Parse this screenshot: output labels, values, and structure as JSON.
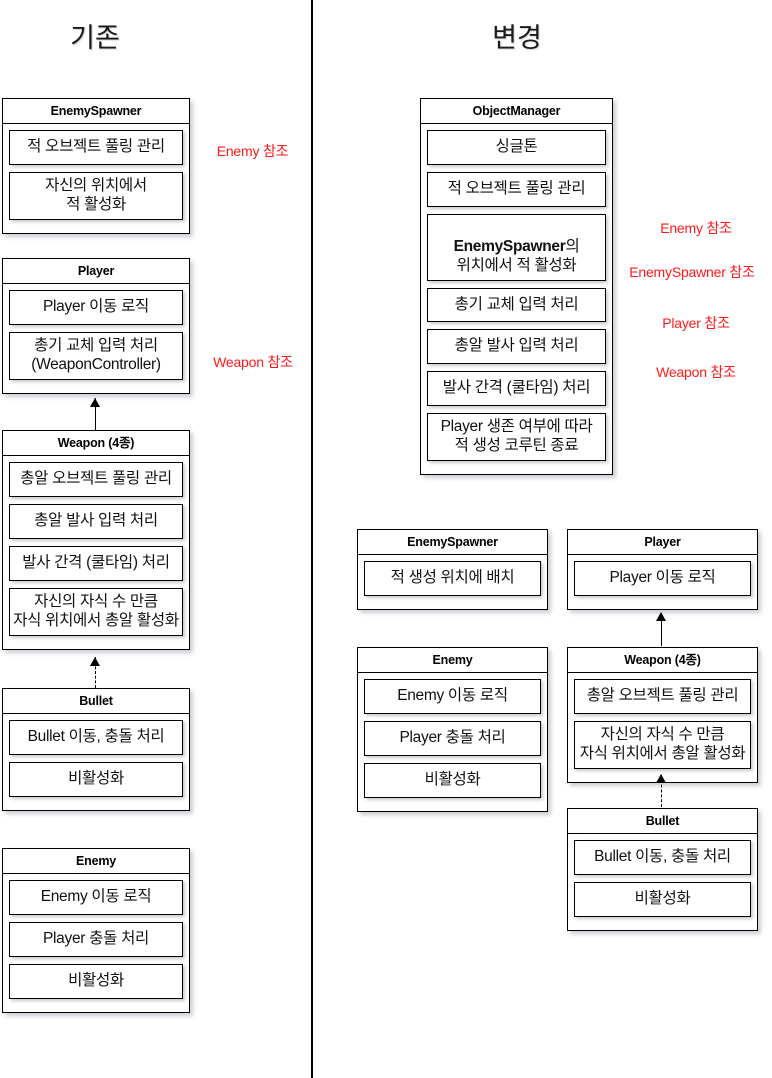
{
  "titles": {
    "left": "기존",
    "right": "변경"
  },
  "left_column": {
    "classes": [
      {
        "name": "EnemySpawner",
        "rows": [
          "적 오브젝트 풀링 관리",
          "자신의 위치에서\n적 활성화"
        ]
      },
      {
        "name": "Player",
        "rows": [
          "Player 이동 로직",
          "총기 교체 입력 처리\n(WeaponController)"
        ]
      },
      {
        "name": "Weapon (4종)",
        "rows": [
          "총알 오브젝트 풀링 관리",
          "총알 발사 입력 처리",
          "발사 간격 (쿨타임) 처리",
          "자신의 자식 수 만큼\n자식 위치에서 총알 활성화"
        ]
      },
      {
        "name": "Bullet",
        "rows": [
          "Bullet 이동, 충돌 처리",
          "비활성화"
        ]
      },
      {
        "name": "Enemy",
        "rows": [
          "Enemy 이동 로직",
          "Player 충돌 처리",
          "비활성화"
        ]
      }
    ],
    "refs": [
      "Enemy 참조",
      "Weapon 참조"
    ]
  },
  "right_column": {
    "object_manager": {
      "name": "ObjectManager",
      "rows": [
        "싱글톤",
        "적 오브젝트 풀링 관리",
        "EnemySpawner의\n위치에서 적 활성화",
        "총기 교체 입력 처리",
        "총알 발사 입력 처리",
        "발사 간격 (쿨타임) 처리",
        "Player 생존 여부에 따라\n적 생성 코루틴 종료"
      ],
      "bold_prefix": "EnemySpawner"
    },
    "classes": [
      {
        "name": "EnemySpawner",
        "rows": [
          "적 생성 위치에 배치"
        ]
      },
      {
        "name": "Player",
        "rows": [
          "Player 이동 로직"
        ]
      },
      {
        "name": "Enemy",
        "rows": [
          "Enemy 이동 로직",
          "Player 충돌 처리",
          "비활성화"
        ]
      },
      {
        "name": "Weapon (4종)",
        "rows": [
          "총알 오브젝트 풀링 관리",
          "자신의 자식 수 만큼\n자식 위치에서 총알 활성화"
        ]
      },
      {
        "name": "Bullet",
        "rows": [
          "Bullet 이동, 충돌 처리",
          "비활성화"
        ]
      }
    ],
    "refs": [
      "Enemy 참조",
      "EnemySpawner 참조",
      "Player 참조",
      "Weapon 참조"
    ]
  },
  "colors": {
    "reference_text": "#ff1a1a",
    "box_border": "#000000",
    "background": "#ffffff"
  }
}
